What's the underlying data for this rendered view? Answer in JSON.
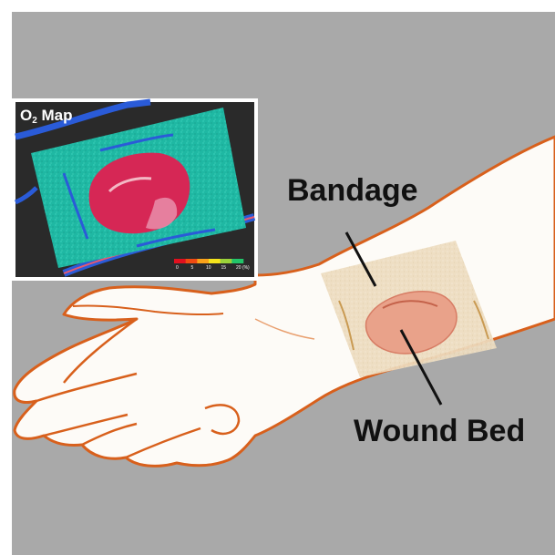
{
  "inset": {
    "title_main": "O",
    "title_sub": "2",
    "title_rest": " Map",
    "scale_ticks": [
      "0",
      "5",
      "10",
      "15",
      "20 (%)"
    ],
    "scale_colors": [
      "#e0101e",
      "#f04a12",
      "#f9a21a",
      "#f4e31c",
      "#9bd23a",
      "#22c46a"
    ]
  },
  "labels": {
    "bandage": "Bandage",
    "wound_bed": "Wound Bed"
  },
  "colors": {
    "background": "#a9a9a9",
    "skin": "#fdfbf7",
    "skin_outline": "#d8601c",
    "bandage": "#ecdcc0",
    "wound": "#e79a82",
    "inset_bg": "#2a2a2a",
    "inset_tissue": "#1fb8a3",
    "inset_wound": "#d62755",
    "inset_vessel": "#2a5bd8"
  }
}
